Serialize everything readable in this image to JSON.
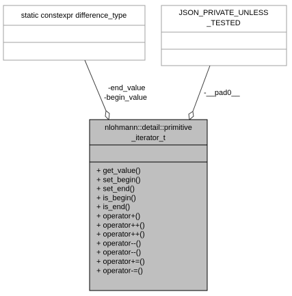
{
  "colors": {
    "main_fill": "#bfbfbf",
    "aux_fill": "#ffffff",
    "aux_border": "#a0a0a0",
    "main_border": "#000000",
    "edge": "#404040"
  },
  "left_class": {
    "title": "static constexpr difference_type"
  },
  "right_class": {
    "title_lines": [
      "JSON_PRIVATE_UNLESS",
      "_TESTED"
    ]
  },
  "main_class": {
    "title_lines": [
      "nlohmann::detail::primitive",
      "_iterator_t"
    ],
    "methods": [
      "+ get_value()",
      "+ set_begin()",
      "+ set_end()",
      "+ is_begin()",
      "+ is_end()",
      "+ operator+()",
      "+ operator++()",
      "+ operator++()",
      "+ operator--()",
      "+ operator--()",
      "+ operator+=()",
      "+ operator-=()"
    ]
  },
  "edges": {
    "left_labels": [
      "-end_value",
      "-begin_value"
    ],
    "right_label": "-__pad0__"
  }
}
